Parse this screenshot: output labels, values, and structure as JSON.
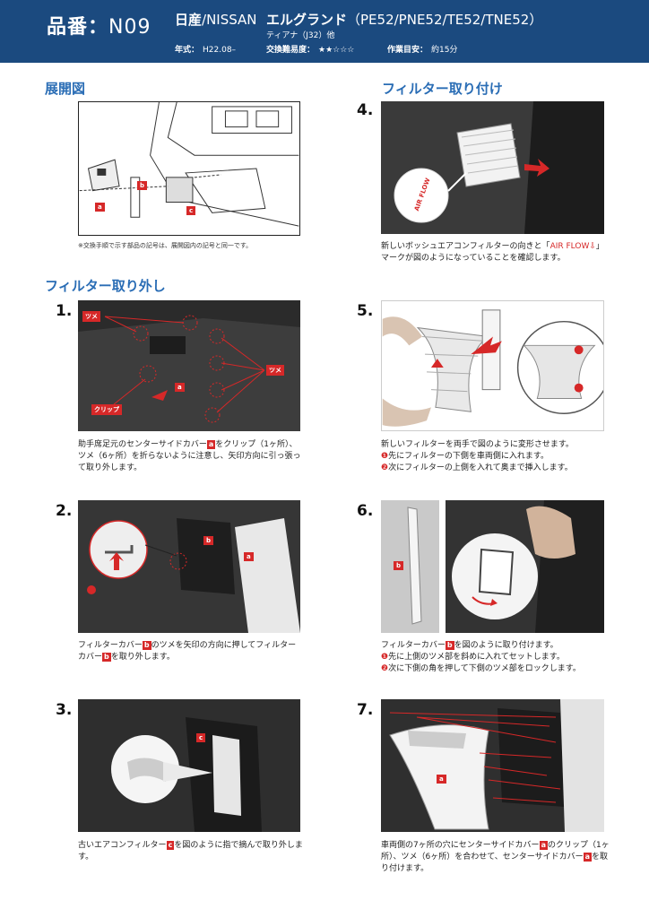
{
  "header": {
    "part_label": "品番：",
    "part_code": "N09",
    "maker_jp": "日産",
    "maker_en": "/NISSAN",
    "model_jp": "エルグランド",
    "model_codes": "（PE52/PNE52/TE52/TNE52）",
    "sub_model": "ティアナ",
    "sub_code": "（J32）他",
    "year_label": "年式：",
    "year_value": "H22.08–",
    "difficulty_label": "交換難易度：",
    "difficulty_value": "★★☆☆☆",
    "time_label": "作業目安：",
    "time_value": "約15分"
  },
  "sections": {
    "exploded": "展開図",
    "install": "フィルター取り付け",
    "removal": "フィルター取り外し"
  },
  "exploded_note": "※交換手順で示す部品の記号は、展開図内の記号と同一です。",
  "labels": {
    "a": "a",
    "b": "b",
    "c": "c",
    "tsume": "ツメ",
    "clip": "クリップ",
    "airflow": "AIR FLOW"
  },
  "steps": {
    "s1": {
      "num": "1.",
      "t1": "助手席足元のセンターサイドカバー",
      "t2": "をクリップ（1ヶ所）、ツメ（6ヶ所）を折らないように注意し、矢印方向に引っ張って取り外します。"
    },
    "s2": {
      "num": "2.",
      "t1": "フィルターカバー",
      "t2": "のツメを矢印の方向に押してフィルターカバー",
      "t3": "を取り外します。"
    },
    "s3": {
      "num": "3.",
      "t1": "古いエアコンフィルター",
      "t2": "を図のように指で摘んで取り外します。"
    },
    "s4": {
      "num": "4.",
      "t1": "新しいボッシュエアコンフィルターの向きと「",
      "red": "AIR FLOW⇩",
      "t2": "」マークが図のようになっていることを確認します。"
    },
    "s5": {
      "num": "5.",
      "t1": "新しいフィルターを両手で図のように変形させます。",
      "n1": "❶",
      "l1": "先にフィルターの下側を車両側に入れます。",
      "n2": "❷",
      "l2": "次にフィルターの上側を入れて奥まで挿入します。"
    },
    "s6": {
      "num": "6.",
      "t1": "フィルターカバー",
      "t2": "を図のように取り付けます。",
      "n1": "❶",
      "l1": "先に上側のツメ部を斜めに入れてセットします。",
      "n2": "❷",
      "l2": "次に下側の角を押して下側のツメ部をロックします。"
    },
    "s7": {
      "num": "7.",
      "t1": "車両側の7ヶ所の穴にセンターサイドカバー",
      "t2": "のクリップ（1ヶ所）、ツメ（6ヶ所）を合わせて、センターサイドカバー",
      "t3": "を取り付けます。"
    }
  },
  "colors": {
    "header_bg": "#1b4a7f",
    "accent_blue": "#2a6db5",
    "accent_red": "#d62828"
  }
}
